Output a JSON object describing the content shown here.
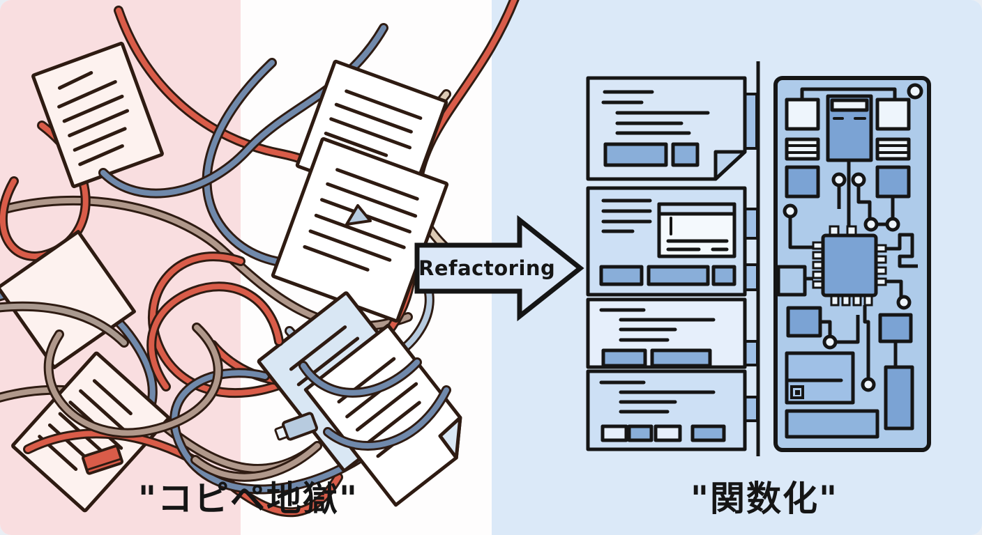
{
  "labels": {
    "left_caption": "\"コピペ地獄\"",
    "right_caption": "\"関数化\"",
    "arrow_label": "Refactoring"
  },
  "colors": {
    "left-bg": "#f9dee0",
    "mid-bg": "#fefdfd",
    "right-bg": "#dbe9f8",
    "outline": "#2e1b12",
    "ink": "#151515",
    "wire-red": "#d95c49",
    "wire-blue": "#7089ab",
    "wire-tan": "#b0988b",
    "wire-lightblue": "#b7cbdf",
    "wire-cream": "#dcc9b4",
    "wire-gray": "#a9998f",
    "paper": "#ffffff",
    "paper-pink": "#fdf2ef",
    "paper-blue": "#d9e7f4",
    "card-1": "#d9e7f7",
    "card-2": "#cde0f5",
    "card-3": "#e6effb",
    "block": "#89aed9",
    "board": "#aecbea",
    "chip": "#7ba3d4",
    "comp-light": "#eef5fc",
    "arrow-fill": "#dbe8f8"
  }
}
